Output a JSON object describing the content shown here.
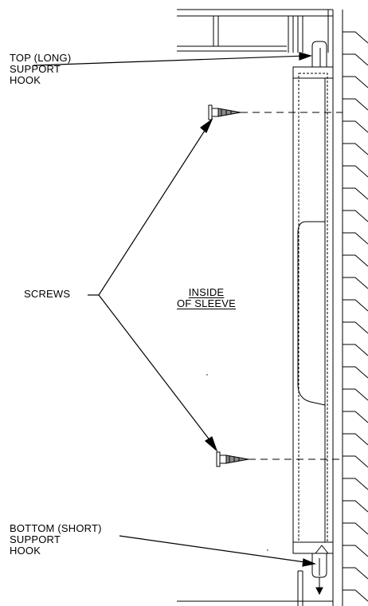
{
  "labels": {
    "top_hook": [
      "TOP (LONG)",
      "SUPPORT",
      "HOOK"
    ],
    "screws": "SCREWS",
    "inside_sleeve": [
      "INSIDE",
      "OF SLEEVE"
    ],
    "bottom_hook": [
      "BOTTOM (SHORT)",
      "SUPPORT",
      "HOOK"
    ]
  },
  "colors": {
    "ink": "#000000",
    "screw_fill": "#8a8a8a"
  }
}
